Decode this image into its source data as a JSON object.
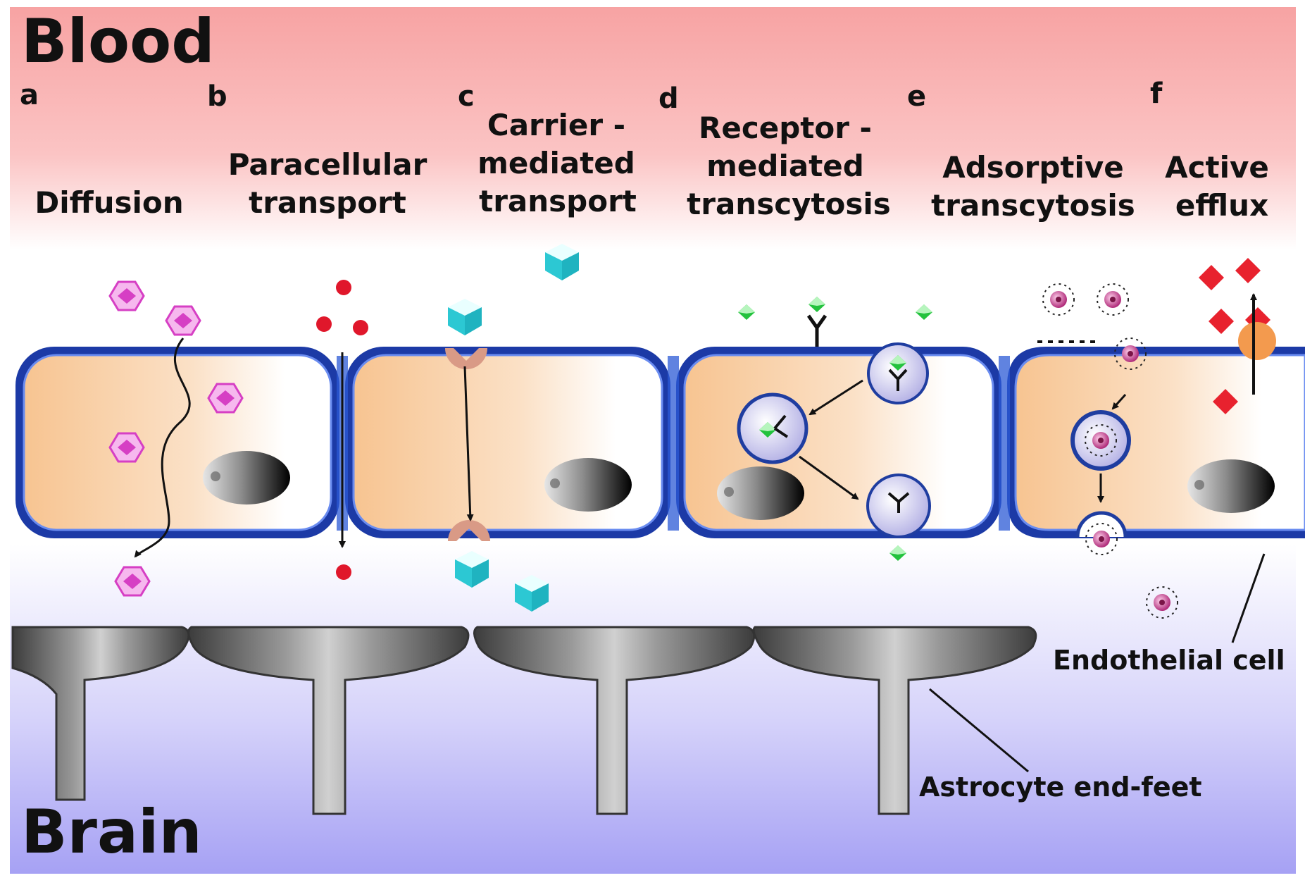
{
  "regions": {
    "top": "Blood",
    "bottom": "Brain"
  },
  "mechanisms": [
    {
      "letter": "a",
      "lines": [
        "Diffusion"
      ]
    },
    {
      "letter": "b",
      "lines": [
        "Paracellular",
        "transport"
      ]
    },
    {
      "letter": "c",
      "lines": [
        "Carrier -",
        "mediated",
        "transport"
      ]
    },
    {
      "letter": "d",
      "lines": [
        "Receptor -",
        "mediated",
        "transcytosis"
      ]
    },
    {
      "letter": "e",
      "lines": [
        "Adsorptive",
        "transcytosis"
      ]
    },
    {
      "letter": "f",
      "lines": [
        "Active",
        "efflux"
      ]
    }
  ],
  "labels": {
    "endothelial": "Endothelial cell",
    "astrocyte": "Astrocyte end-feet"
  },
  "colors": {
    "blood": "#f7a8a8",
    "brain": "#a9a4f5",
    "membrane": "#1f3da0",
    "cytoplasm": "#f7c79a",
    "diffusion_molecule": "#d63fc4",
    "small_ion": "#e0172b",
    "carrier_cube": "#2fd6df",
    "carrier_protein": "#d99a86",
    "ligand": "#1fbf3a",
    "adsorptive_particle": "#b0306f",
    "efflux_substrate": "#e8222e",
    "efflux_pump": "#f39a4e",
    "astrocyte": "#6e6e6e"
  }
}
